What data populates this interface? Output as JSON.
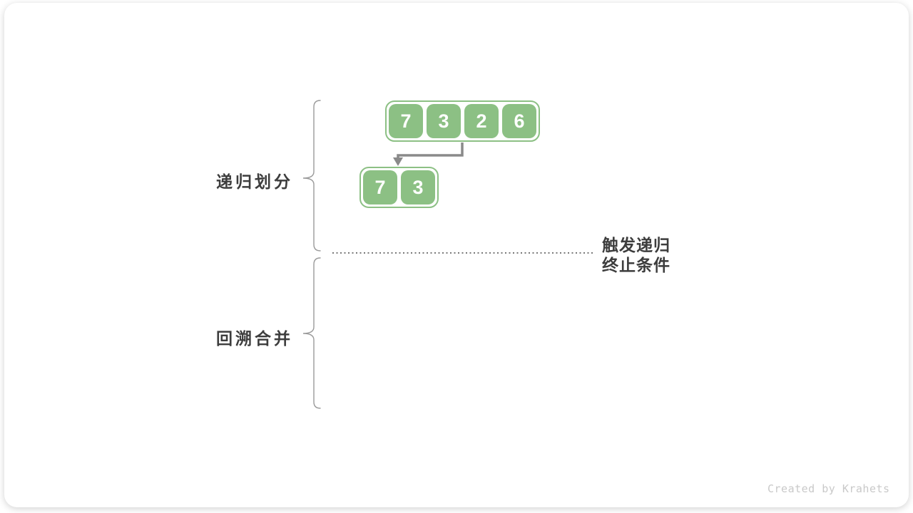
{
  "labels": {
    "recursive_divide": "递归划分",
    "backtrack_merge": "回溯合并",
    "termination_line1": "触发递归",
    "termination_line2": "终止条件"
  },
  "arrays": {
    "level1": [
      "7",
      "3",
      "2",
      "6"
    ],
    "level2": [
      "7",
      "3"
    ]
  },
  "footer": {
    "credit": "Created by Krahets"
  },
  "colors": {
    "cell_green": "#8cc084",
    "container_border_green": "#8cc084",
    "arrow_gray": "#8a8a8a",
    "brace_gray": "#9a9a9a",
    "dotted_line_gray": "#787878",
    "label_dark": "#3d3d3d",
    "footer_gray": "#c9c9c9",
    "card_background": "#ffffff"
  }
}
